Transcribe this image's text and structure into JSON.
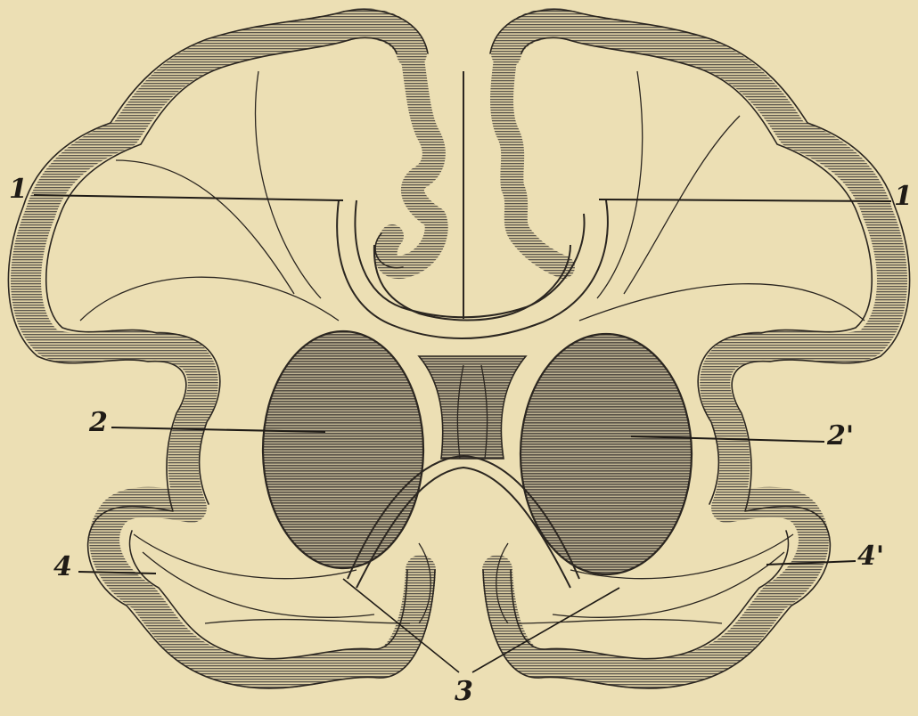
{
  "labels": {
    "left_1": "1",
    "right_1": "1",
    "left_2": "2",
    "right_2": "2'",
    "left_4": "4",
    "right_4": "4'",
    "bottom_3": "3"
  },
  "colors": {
    "background": "#ecdfb4",
    "ink": "#2b2620",
    "hatch_line": "#5a554c"
  }
}
